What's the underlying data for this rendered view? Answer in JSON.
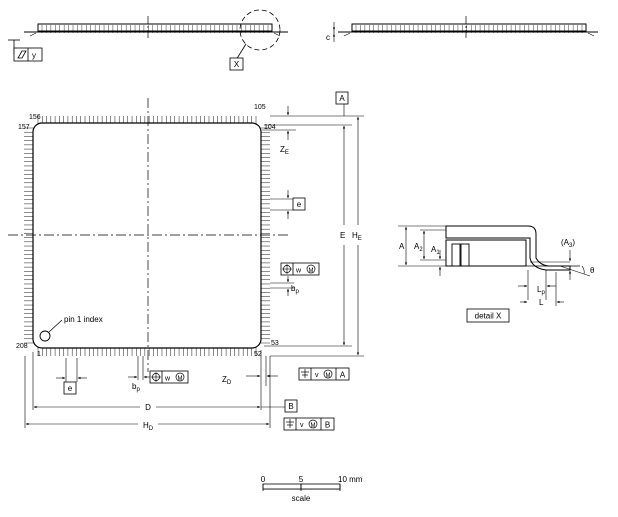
{
  "pins": {
    "p1": "1",
    "p52": "52",
    "p53": "53",
    "p104": "104",
    "p105": "105",
    "p156": "156",
    "p157": "157",
    "p208": "208"
  },
  "labels": {
    "pin1_index": "pin 1 index",
    "x": "X",
    "y": "y",
    "c": "c",
    "a_box": "A",
    "b_box": "B",
    "e_pitch": "e",
    "ze_main": "Z",
    "ze_sub": "E",
    "zd_main": "Z",
    "zd_sub": "D",
    "bp_main": "b",
    "bp_sub": "p",
    "w": "w",
    "v": "v",
    "m": "M",
    "E": "E",
    "HE_main": "H",
    "HE_sub": "E",
    "D": "D",
    "HD_main": "H",
    "HD_sub": "D",
    "detail_x": "detail X",
    "A": "A",
    "A2_main": "A",
    "A2_sub": "2",
    "A1_main": "A",
    "A1_sub": "1",
    "A3_main": "(A",
    "A3_sub": "3",
    "A3_close": ")",
    "Lp_main": "L",
    "Lp_sub": "p",
    "L": "L",
    "theta": "θ"
  },
  "scale": {
    "tick0": "0",
    "tick5": "5",
    "tick10": "10 mm",
    "caption": "scale"
  }
}
